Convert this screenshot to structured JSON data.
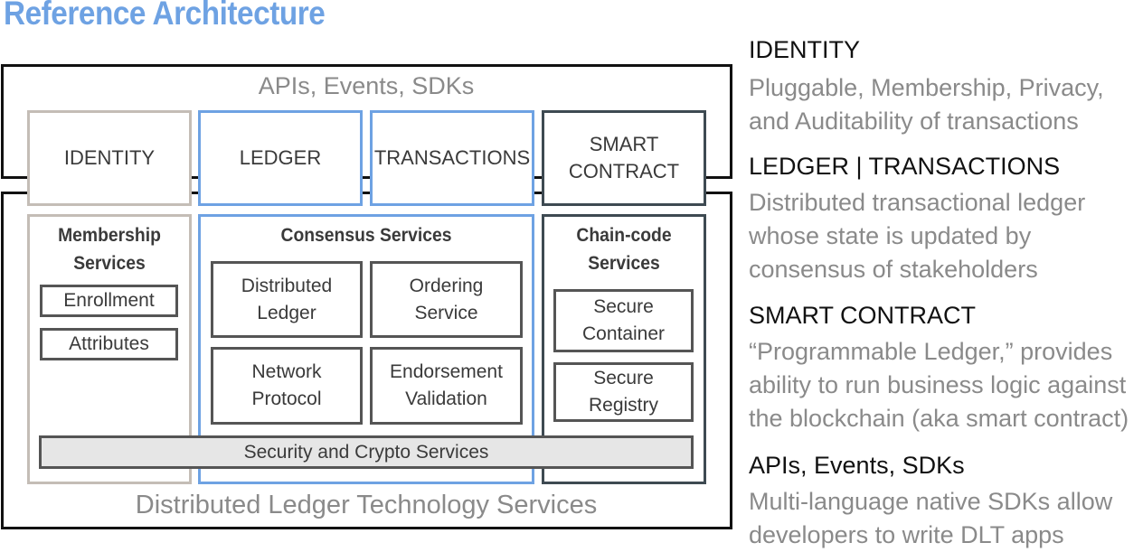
{
  "title": "Reference Architecture",
  "diagram": {
    "apis_label": "APIs, Events, SDKs",
    "dlt_label": "Distributed Ledger Technology Services",
    "top_boxes": {
      "identity": "IDENTITY",
      "ledger": "LEDGER",
      "transactions": "TRANSACTIONS",
      "smart_contract_line1": "SMART",
      "smart_contract_line2": "CONTRACT"
    },
    "membership": {
      "heading_line1": "Membership",
      "heading_line2": "Services",
      "items": [
        "Enrollment",
        "Attributes"
      ]
    },
    "consensus": {
      "heading": "Consensus Services",
      "distributed_ledger_line1": "Distributed",
      "distributed_ledger_line2": "Ledger",
      "ordering_line1": "Ordering",
      "ordering_line2": "Service",
      "network_line1": "Network",
      "network_line2": "Protocol",
      "endorsement_line1": "Endorsement",
      "endorsement_line2": "Validation"
    },
    "chaincode": {
      "heading_line1": "Chain-code",
      "heading_line2": "Services",
      "secure_container_line1": "Secure",
      "secure_container_line2": "Container",
      "secure_registry_line1": "Secure",
      "secure_registry_line2": "Registry"
    },
    "security_bar": "Security and Crypto Services"
  },
  "sidebar": [
    {
      "heading": "IDENTITY",
      "lines": [
        "Pluggable, Membership, Privacy,",
        "and Auditability of transactions"
      ]
    },
    {
      "heading": "LEDGER | TRANSACTIONS",
      "lines": [
        "Distributed transactional ledger",
        "whose state is updated by",
        "consensus of stakeholders"
      ]
    },
    {
      "heading": "SMART CONTRACT",
      "lines": [
        "“Programmable Ledger,” provides",
        "ability to run business logic against",
        "the blockchain (aka smart contract)"
      ]
    },
    {
      "heading": "APIs, Events, SDKs",
      "lines": [
        "Multi-language native SDKs allow",
        "developers to write DLT apps"
      ]
    }
  ],
  "colors": {
    "title_blue": "#6ea2e3",
    "identity_border": "#c4bdb6",
    "ledger_border": "#6ea2e3",
    "smart_border": "#3e4a52",
    "muted_text": "#8a8a8a"
  }
}
